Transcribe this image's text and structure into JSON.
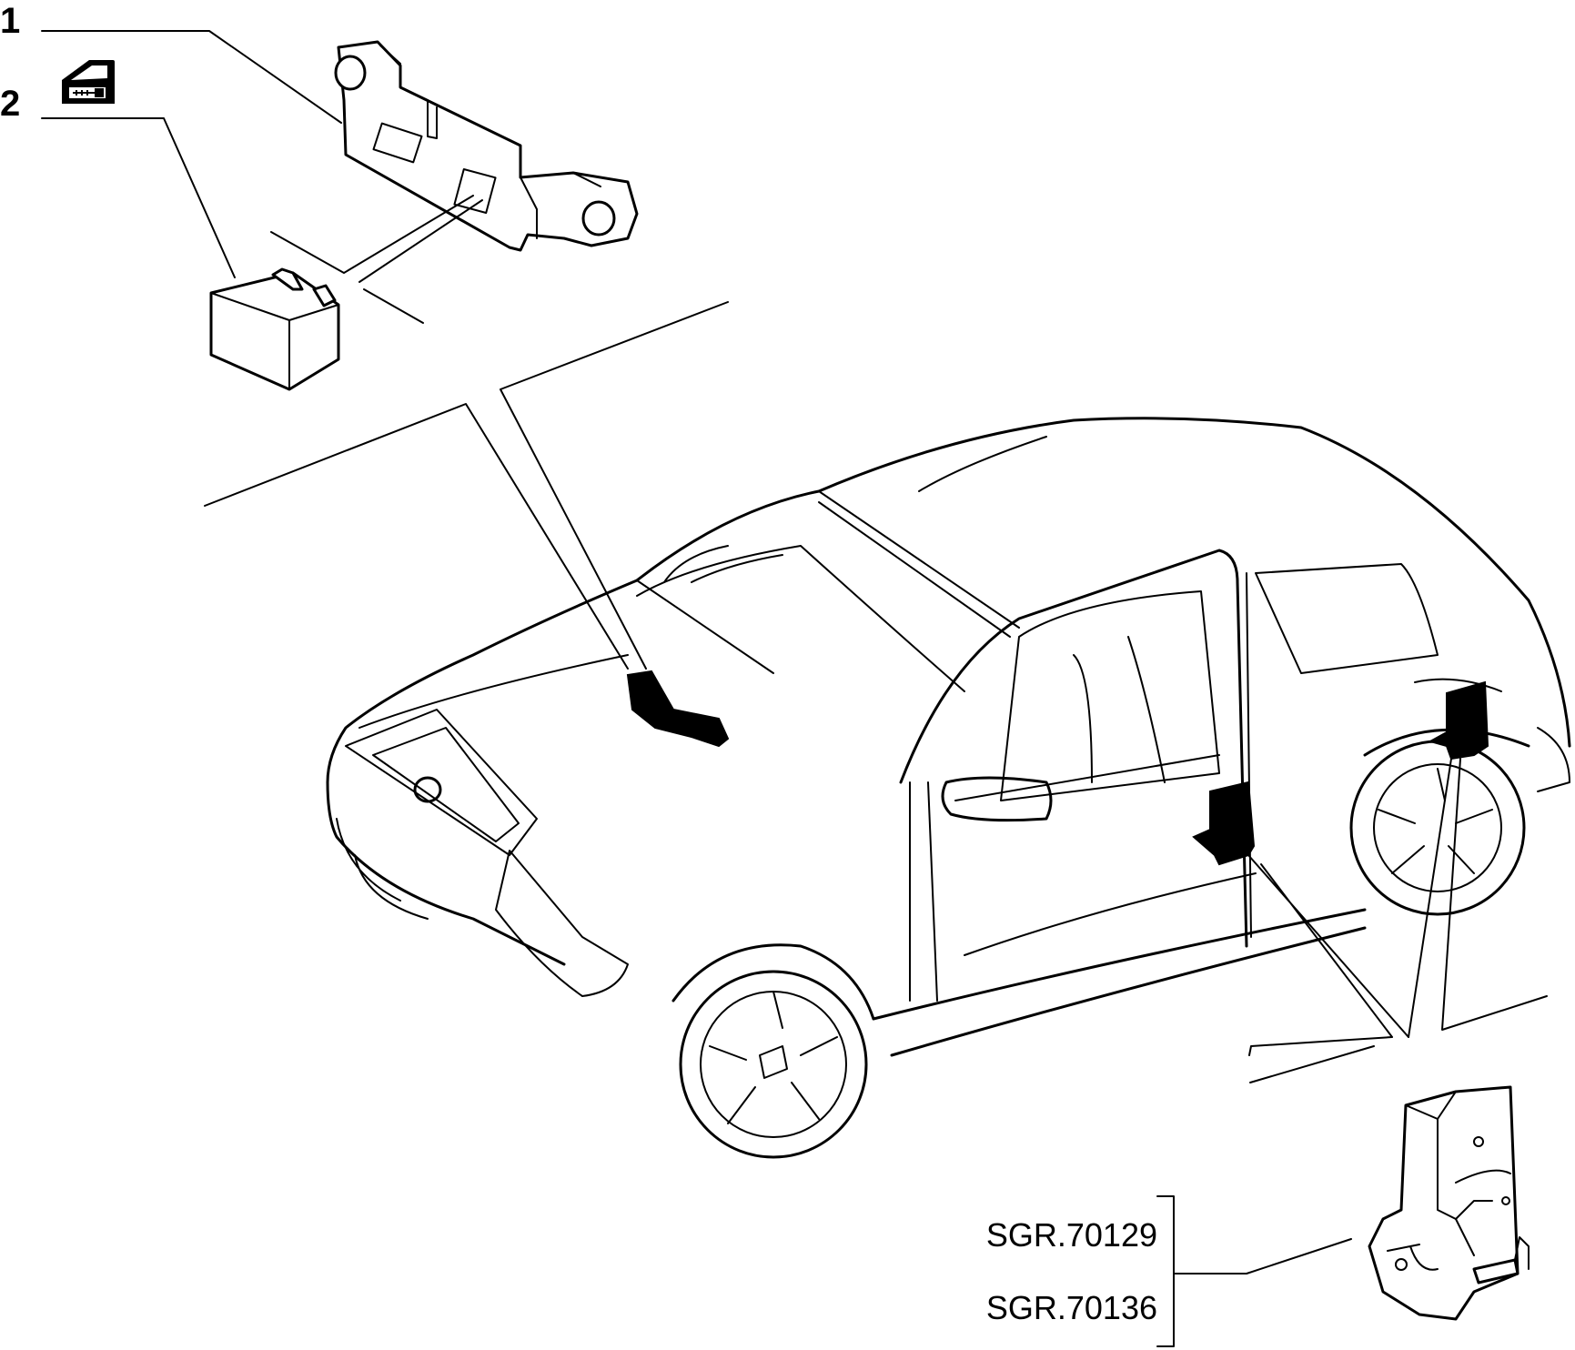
{
  "callouts": [
    {
      "number": "1",
      "part": "bracket"
    },
    {
      "number": "2",
      "part": "central-locking-control-unit"
    }
  ],
  "legend_icon": "door-key-icon",
  "part_references": [
    "SGR.70129",
    "SGR.70136"
  ]
}
